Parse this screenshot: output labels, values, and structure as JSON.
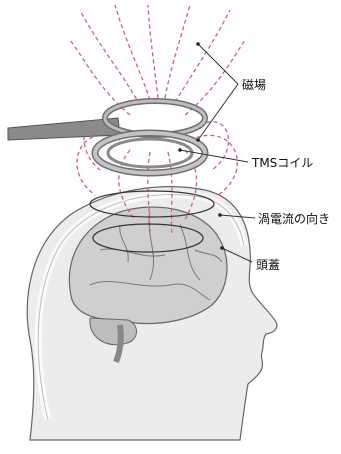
{
  "labels": {
    "magnetic_field": "磁場",
    "tms_coil": "TMSコイル",
    "eddy_current": "渦電流の向き",
    "skull": "頭蓋"
  },
  "colors": {
    "field_lines": "#d9559b",
    "coil": "#9a9a9a",
    "head": "#ececec",
    "brain": "#c9c9c9",
    "outline": "#555555"
  }
}
